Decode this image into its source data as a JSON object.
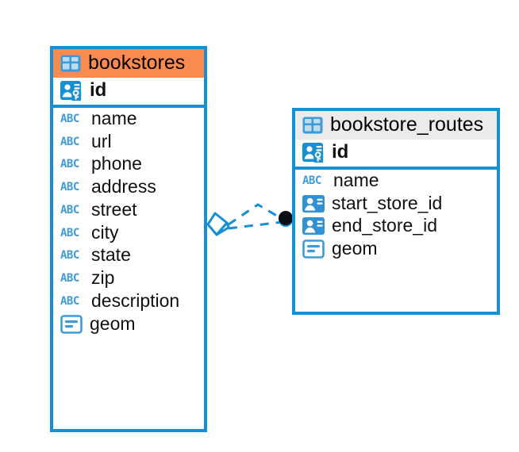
{
  "diagram": {
    "type": "entity-relationship-diagram",
    "background_color": "#ffffff",
    "accent_color": "#1590d4",
    "highlight_color": "#fa8b50",
    "header_color": "#ebebeb"
  },
  "entities": [
    {
      "name": "bookstores",
      "header_style": "orange",
      "table_icon": "table-icon",
      "fields": [
        {
          "name": "id",
          "icon": "primary-key-icon",
          "type_hint": "key",
          "is_key": true
        },
        {
          "name": "name",
          "icon": "abc-text-icon",
          "type_hint": "ABC",
          "is_key": false
        },
        {
          "name": "url",
          "icon": "abc-text-icon",
          "type_hint": "ABC",
          "is_key": false
        },
        {
          "name": "phone",
          "icon": "abc-text-icon",
          "type_hint": "ABC",
          "is_key": false
        },
        {
          "name": "address",
          "icon": "abc-text-icon",
          "type_hint": "ABC",
          "is_key": false
        },
        {
          "name": "street",
          "icon": "abc-text-icon",
          "type_hint": "ABC",
          "is_key": false
        },
        {
          "name": "city",
          "icon": "abc-text-icon",
          "type_hint": "ABC",
          "is_key": false
        },
        {
          "name": "state",
          "icon": "abc-text-icon",
          "type_hint": "ABC",
          "is_key": false
        },
        {
          "name": "zip",
          "icon": "abc-text-icon",
          "type_hint": "ABC",
          "is_key": false
        },
        {
          "name": "description",
          "icon": "abc-text-icon",
          "type_hint": "ABC",
          "is_key": false
        },
        {
          "name": "geom",
          "icon": "geometry-icon",
          "type_hint": "geom",
          "is_key": false
        }
      ]
    },
    {
      "name": "bookstore_routes",
      "header_style": "gray",
      "table_icon": "table-icon",
      "fields": [
        {
          "name": "id",
          "icon": "primary-key-icon",
          "type_hint": "key",
          "is_key": true
        },
        {
          "name": "name",
          "icon": "abc-text-icon",
          "type_hint": "ABC",
          "is_key": false
        },
        {
          "name": "start_store_id",
          "icon": "foreign-key-icon",
          "type_hint": "ref",
          "is_key": false
        },
        {
          "name": "end_store_id",
          "icon": "foreign-key-icon",
          "type_hint": "ref",
          "is_key": false
        },
        {
          "name": "geom",
          "icon": "geometry-icon",
          "type_hint": "geom",
          "is_key": false
        }
      ]
    }
  ],
  "relationship": {
    "from_entity": "bookstores",
    "to_entity": "bookstore_routes",
    "line_style": "dashed",
    "line_color": "#1590d4",
    "source_endpoint": "diamond-marker",
    "target_endpoint": "filled-circle-marker"
  }
}
